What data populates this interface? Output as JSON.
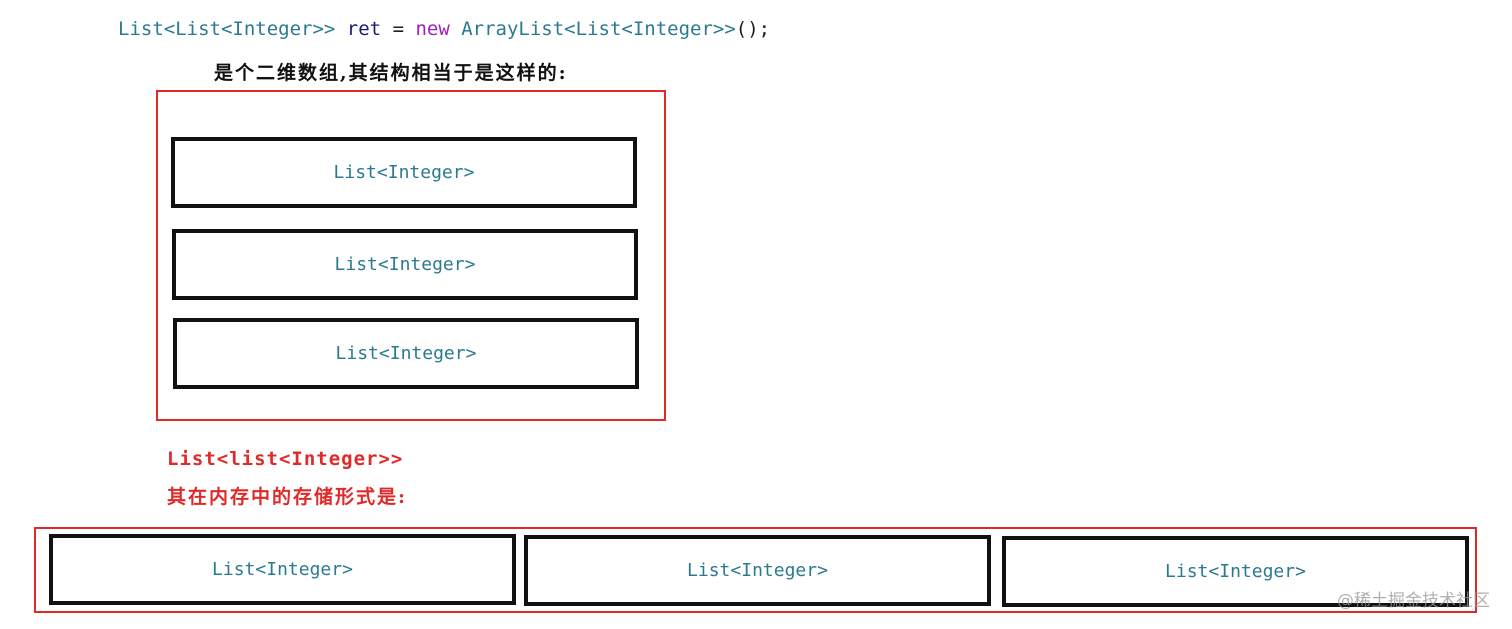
{
  "code": {
    "tokens": {
      "t1": "List<List<Integer>>",
      "t2": " ",
      "t3": "ret",
      "t4": " = ",
      "t5": "new",
      "t6": " ",
      "t7": "ArrayList<List<Integer>>",
      "t8": "();"
    }
  },
  "top_caption": "是个二维数组,其结构相当于是这样的:",
  "vertical_boxes": [
    {
      "label": "List<Integer>"
    },
    {
      "label": "List<Integer>"
    },
    {
      "label": "List<Integer>"
    }
  ],
  "red_caption": {
    "line1": "List<list<Integer>>",
    "line2": "其在内存中的存储形式是:"
  },
  "horizontal_boxes": [
    {
      "label": "List<Integer>"
    },
    {
      "label": "List<Integer>"
    },
    {
      "label": "List<Integer>"
    }
  ],
  "watermark": "@稀土掘金技术社区",
  "colors": {
    "frame": "#e02a2a",
    "box_border": "#111111",
    "type_text": "#2b7a8f",
    "keyword": "#a020c0"
  }
}
